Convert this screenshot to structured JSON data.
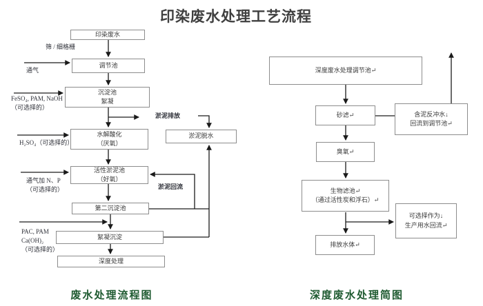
{
  "title": "印染废水处理工艺流程",
  "colors": {
    "caption_green": "#1e5a30",
    "title_gray": "#3f3f3f",
    "box_border": "#8c8c8c",
    "flow_line": "#1a1a1a"
  },
  "left_chart": {
    "caption": "废水处理流程图",
    "boxes": [
      "印染废水",
      "调节池",
      "沉淀池\n絮凝",
      "水解酸化\n（厌氧）",
      "活性淤泥池\n（好氧）",
      "第二沉淀池",
      "絮凝沉淀",
      "深度处理",
      "淤泥脱水"
    ],
    "input_labels": [
      "筛 / 细格栅",
      "通气",
      "FeSO₄, PAM, NaOH\n（可选择的）",
      "H₂SO₄（可选择的）",
      "通气加 N、P\n（可选择的）",
      "PAC, PAM\nCa(OH)₂\n（可选择的）"
    ],
    "flow_labels": [
      "淤泥排放",
      "淤泥回流"
    ]
  },
  "right_chart": {
    "caption": "深度废水处理简图",
    "boxes": [
      "深度废水处理调节池↵",
      "砂滤↵",
      "含泥反冲水↓\n回流到调节池↵",
      "臭氧↵",
      "生物滤池↵\n（通过活性炭和浮石）↵",
      "可选择作为↓\n生产用水回流↵",
      "排放水体↵"
    ]
  }
}
